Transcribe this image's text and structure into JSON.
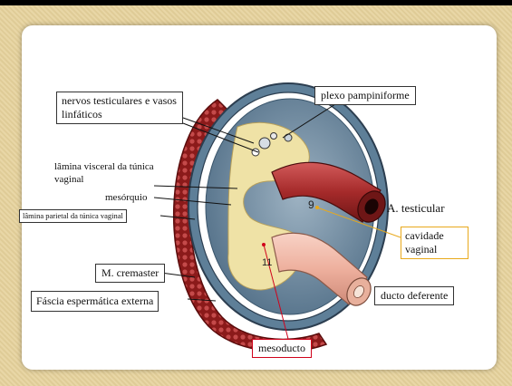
{
  "labels": {
    "nervos": "nervos testiculares e vasos linfáticos",
    "plexo": "plexo pampiniforme",
    "lamina_visceral": "lâmina visceral da túnica vaginal",
    "mesorquio": "mesórquio",
    "lamina_parietal": "lâmina parietal da túnica vaginal",
    "a_testicular": "A. testicular",
    "cavidade": "cavidade vaginal",
    "cremaster": "M. cremaster",
    "fascia": "Fáscia espermática externa",
    "ducto": "ducto deferente",
    "mesoducto": "mesoducto"
  },
  "numbers": {
    "n9": "9",
    "n11": "11"
  },
  "colors": {
    "slide_background": "#e6d29c",
    "card": "#ffffff",
    "muscle": "#8b1a1a",
    "muscle_dark": "#5a0c0c",
    "cavity": "#4e6f8a",
    "cavity_light": "#8fa7b8",
    "fat": "#efe2a6",
    "vessel": "#a52a2a",
    "duct": "#f0b8a8",
    "highlight_border_orange": "#e8a91c",
    "highlight_border_red": "#d0021b"
  }
}
